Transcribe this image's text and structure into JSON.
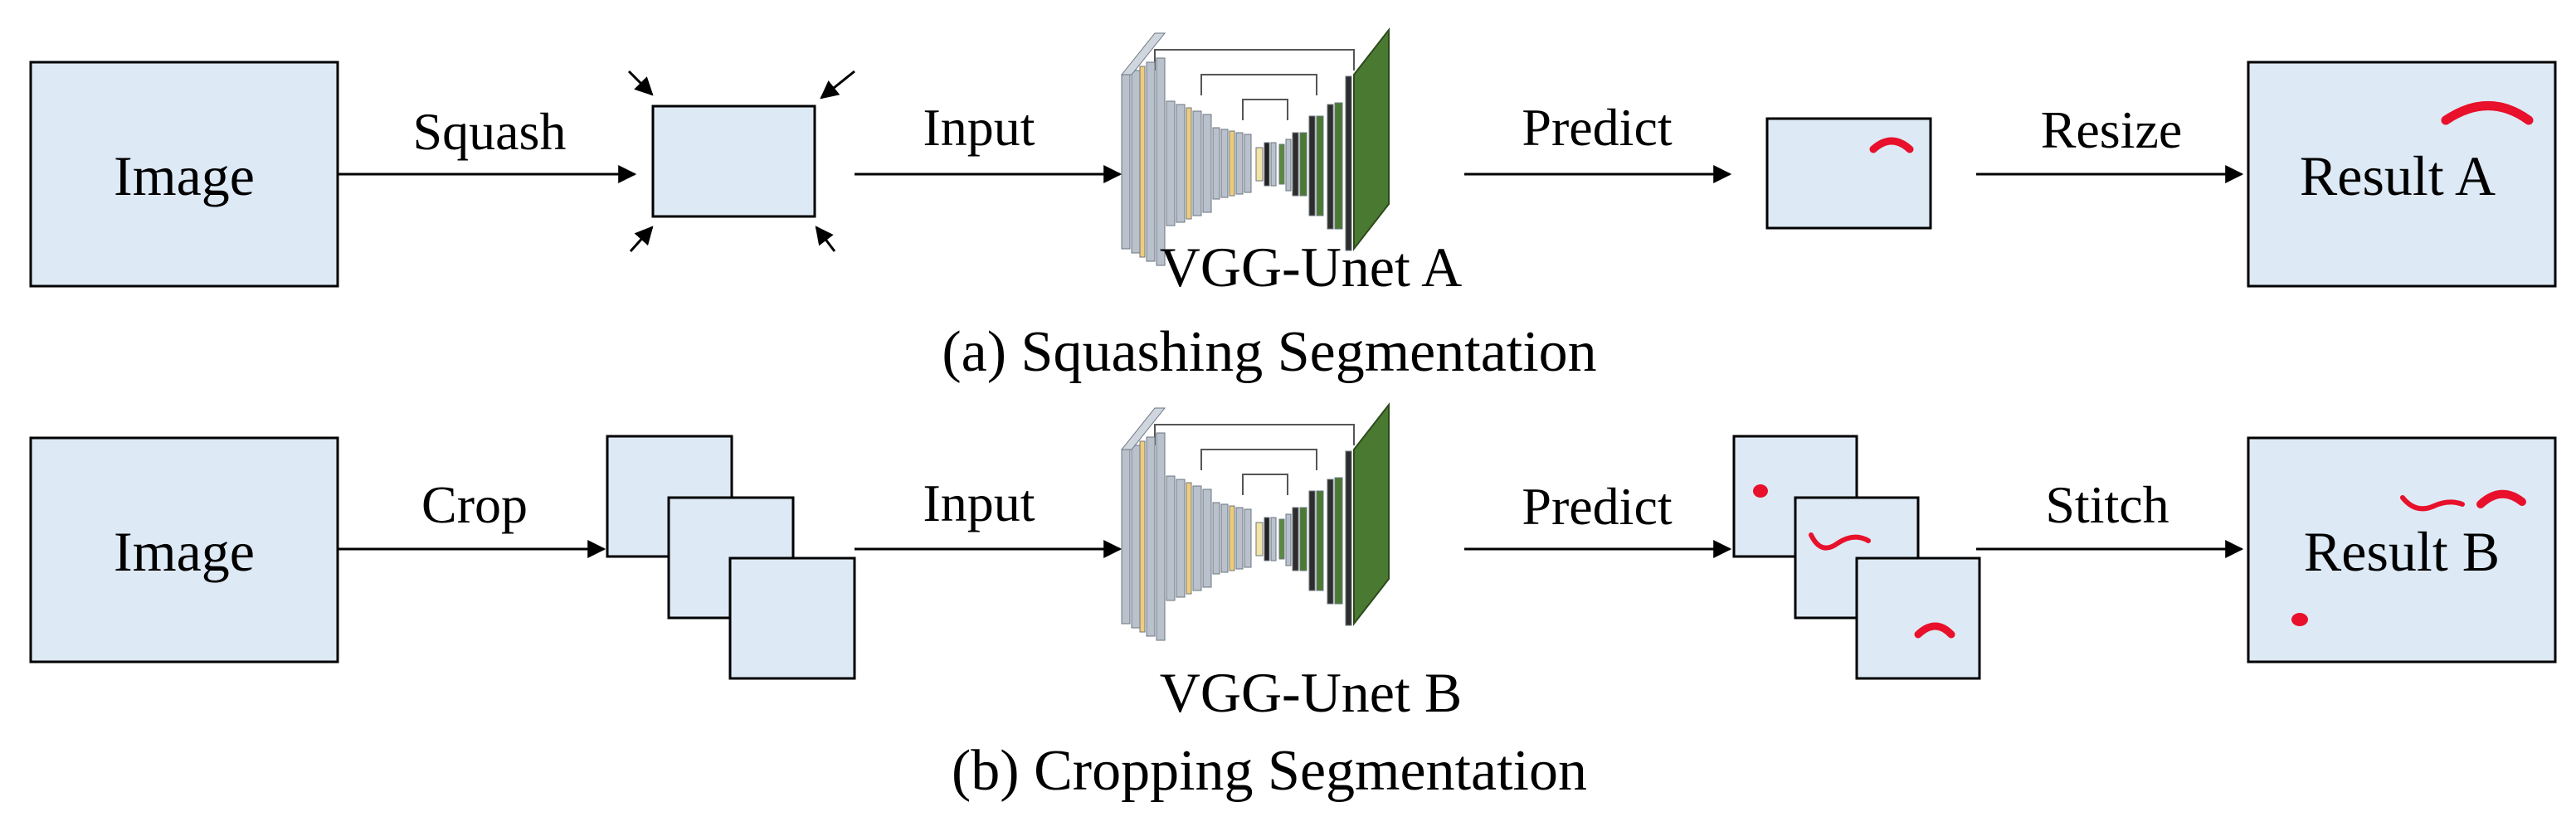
{
  "colors": {
    "box_fill": "#dde9f5",
    "stroke": "#000000",
    "mark": "#e8102a",
    "net_green": "#4a7a32",
    "net_yellow": "#f0cc7a",
    "net_gray": "#b9c2cc"
  },
  "row_a": {
    "input_label": "Image",
    "step1_label": "Squash",
    "step2_label": "Input",
    "network_label": "VGG-Unet A",
    "step3_label": "Predict",
    "step4_label": "Resize",
    "result_label": "Result A",
    "caption": "(a) Squashing Segmentation"
  },
  "row_b": {
    "input_label": "Image",
    "step1_label": "Crop",
    "step2_label": "Input",
    "network_label": "VGG-Unet B",
    "step3_label": "Predict",
    "step4_label": "Stitch",
    "result_label": "Result B",
    "caption": "(b) Cropping Segmentation"
  },
  "icons": {
    "squash_arrows": "inward-arrows-icon",
    "network": "unet-architecture-icon",
    "prediction_mark": "red-stroke-icon"
  }
}
